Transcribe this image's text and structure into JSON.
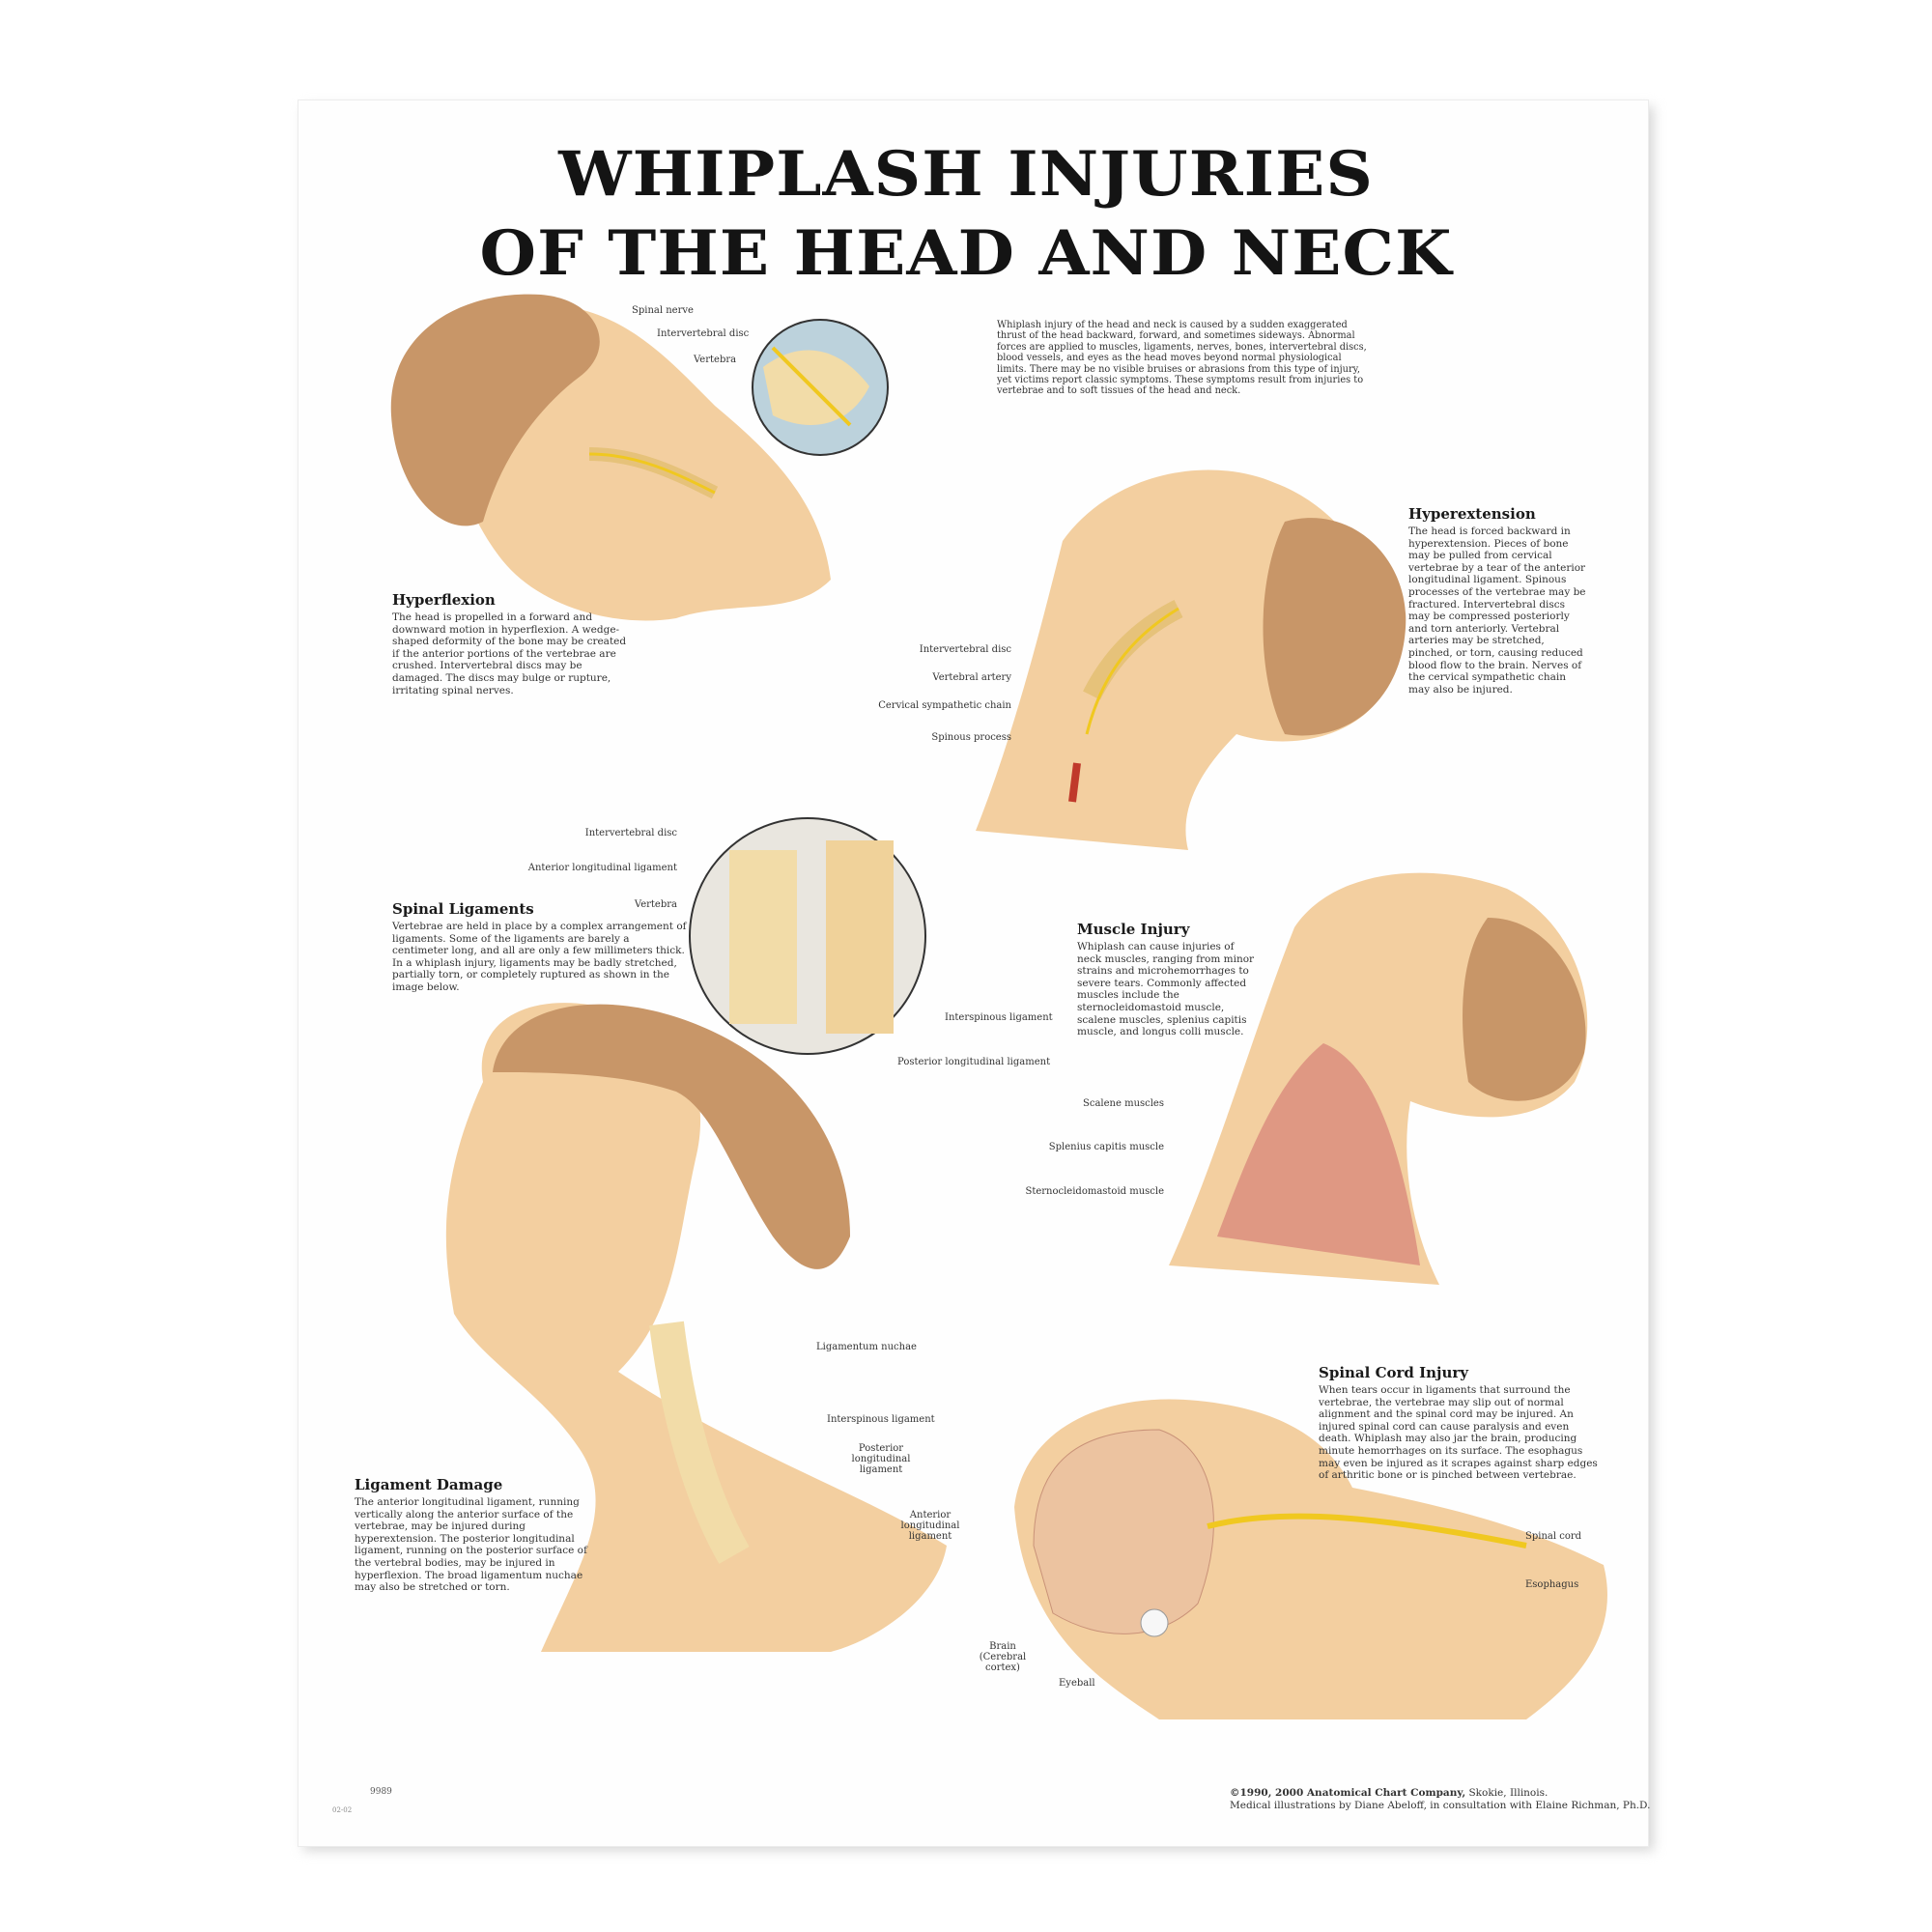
{
  "title": {
    "line1": "WHIPLASH INJURIES",
    "line2": "OF THE HEAD AND NECK"
  },
  "intro": "Whiplash injury of the head and neck is caused by a sudden exaggerated thrust of the head backward, forward, and sometimes sideways. Abnormal forces are applied to muscles, ligaments, nerves, bones, intervertebral discs, blood vessels, and eyes as the head moves beyond normal physiological limits. There may be no visible bruises or abrasions from this type of injury, yet victims report classic symptoms. These symptoms result from injuries to vertebrae and to soft tissues of the head and neck.",
  "sections": {
    "hyperflexion": {
      "heading": "Hyperflexion",
      "body": "The head is propelled in a forward and downward motion in hyperflexion. A wedge-shaped deformity of the bone may be created if the anterior portions of the vertebrae are crushed. Intervertebral discs may be damaged. The discs may bulge or rupture, irritating spinal nerves.",
      "labels": [
        "Spinal nerve",
        "Intervertebral disc",
        "Vertebra"
      ]
    },
    "hyperextension": {
      "heading": "Hyperextension",
      "body": "The head is forced backward in hyperextension. Pieces of bone may be pulled from cervical vertebrae by a tear of the anterior longitudinal ligament. Spinous processes of the vertebrae may be fractured. Intervertebral discs may be compressed posteriorly and torn anteriorly. Vertebral arteries may be stretched, pinched, or torn, causing reduced blood flow to the brain. Nerves of the cervical sympathetic chain may also be injured.",
      "labels": [
        "Intervertebral disc",
        "Vertebral artery",
        "Cervical sympathetic chain",
        "Spinous process"
      ]
    },
    "spinal_ligaments": {
      "heading": "Spinal Ligaments",
      "body": "Vertebrae are held in place by a complex arrangement of ligaments. Some of the ligaments are barely a centimeter long, and all are only a few millimeters thick. In a whiplash injury, ligaments may be badly stretched, partially torn, or completely ruptured as shown in the image below.",
      "labels": [
        "Intervertebral disc",
        "Anterior longitudinal ligament",
        "Vertebra",
        "Interspinous ligament",
        "Posterior longitudinal ligament"
      ]
    },
    "muscle_injury": {
      "heading": "Muscle Injury",
      "body": "Whiplash can cause injuries of neck muscles, ranging from minor strains and microhemorrhages to severe tears. Commonly affected muscles include the sternocleidomastoid muscle, scalene muscles, splenius capitis muscle, and longus colli muscle.",
      "labels": [
        "Scalene muscles",
        "Splenius capitis muscle",
        "Sternocleidomastoid muscle"
      ]
    },
    "ligament_damage": {
      "heading": "Ligament Damage",
      "body": "The anterior longitudinal ligament, running vertically along the anterior surface of the vertebrae, may be injured during hyperextension. The posterior longitudinal ligament, running on the posterior surface of the vertebral bodies, may be injured in hyperflexion. The broad ligamentum nuchae may also be stretched or torn.",
      "labels": [
        "Ligamentum nuchae",
        "Interspinous ligament",
        "Posterior longitudinal ligament",
        "Anterior longitudinal ligament"
      ]
    },
    "spinal_cord_injury": {
      "heading": "Spinal Cord Injury",
      "body": "When tears occur in ligaments that surround the vertebrae, the vertebrae may slip out of normal alignment and the spinal cord may be injured. An injured spinal cord can cause paralysis and even death. Whiplash may also jar the brain, producing minute hemorrhages on its surface. The esophagus may even be injured as it scrapes against sharp edges of arthritic bone or is pinched between vertebrae.",
      "labels": [
        "Spinal cord",
        "Esophagus",
        "Brain (Cerebral cortex)",
        "Eyeball"
      ]
    }
  },
  "footer": {
    "copyright_bold": "©1990, 2000 Anatomical Chart Company,",
    "copyright_rest": " Skokie, Illinois.",
    "credits": "Medical illustrations by Diane Abeloff, in consultation with Elaine Richman, Ph.D.",
    "chart_number": "9989",
    "code": "02-02"
  },
  "colors": {
    "skin": "#f3cfa0",
    "hair": "#c89668",
    "bone": "#f2dca8",
    "nerve": "#f0c820",
    "muscle": "#d98a7c",
    "arrow": "#1a1a1a"
  }
}
